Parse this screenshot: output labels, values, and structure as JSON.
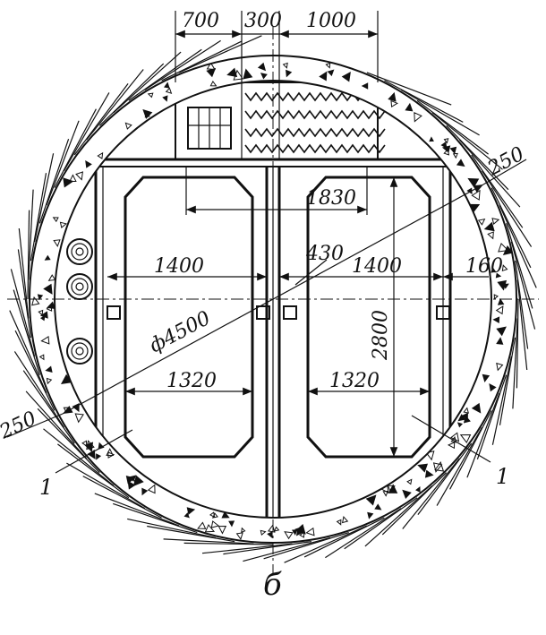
{
  "drawing": {
    "caption": "б",
    "dimensions": {
      "top_left": "700",
      "top_mid": "300",
      "top_right": "1000",
      "right_upper": "1830",
      "center_offset": "430",
      "left_width": "1400",
      "right_width": "1400",
      "right_gap": "160",
      "diameter": "ф4500",
      "height": "2800",
      "left_inner": "1320",
      "right_inner": "1320",
      "lining_left": "250",
      "lining_right": "250"
    },
    "callouts": {
      "left": "1",
      "right": "1"
    }
  }
}
